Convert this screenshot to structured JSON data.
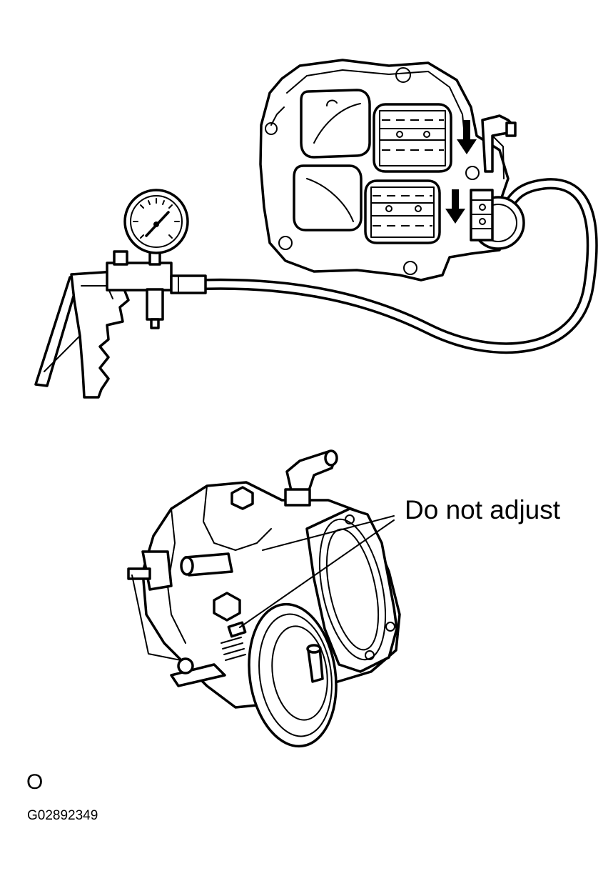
{
  "callout_label": "Do not adjust",
  "view_letter": "O",
  "figure_id": "G02892349",
  "colors": {
    "line": "#000000",
    "background": "#ffffff"
  },
  "icons": [
    "vacuum-pump-gauge-icon",
    "throttle-body-flange-icon",
    "throttle-body-icon",
    "down-arrow-icon"
  ]
}
